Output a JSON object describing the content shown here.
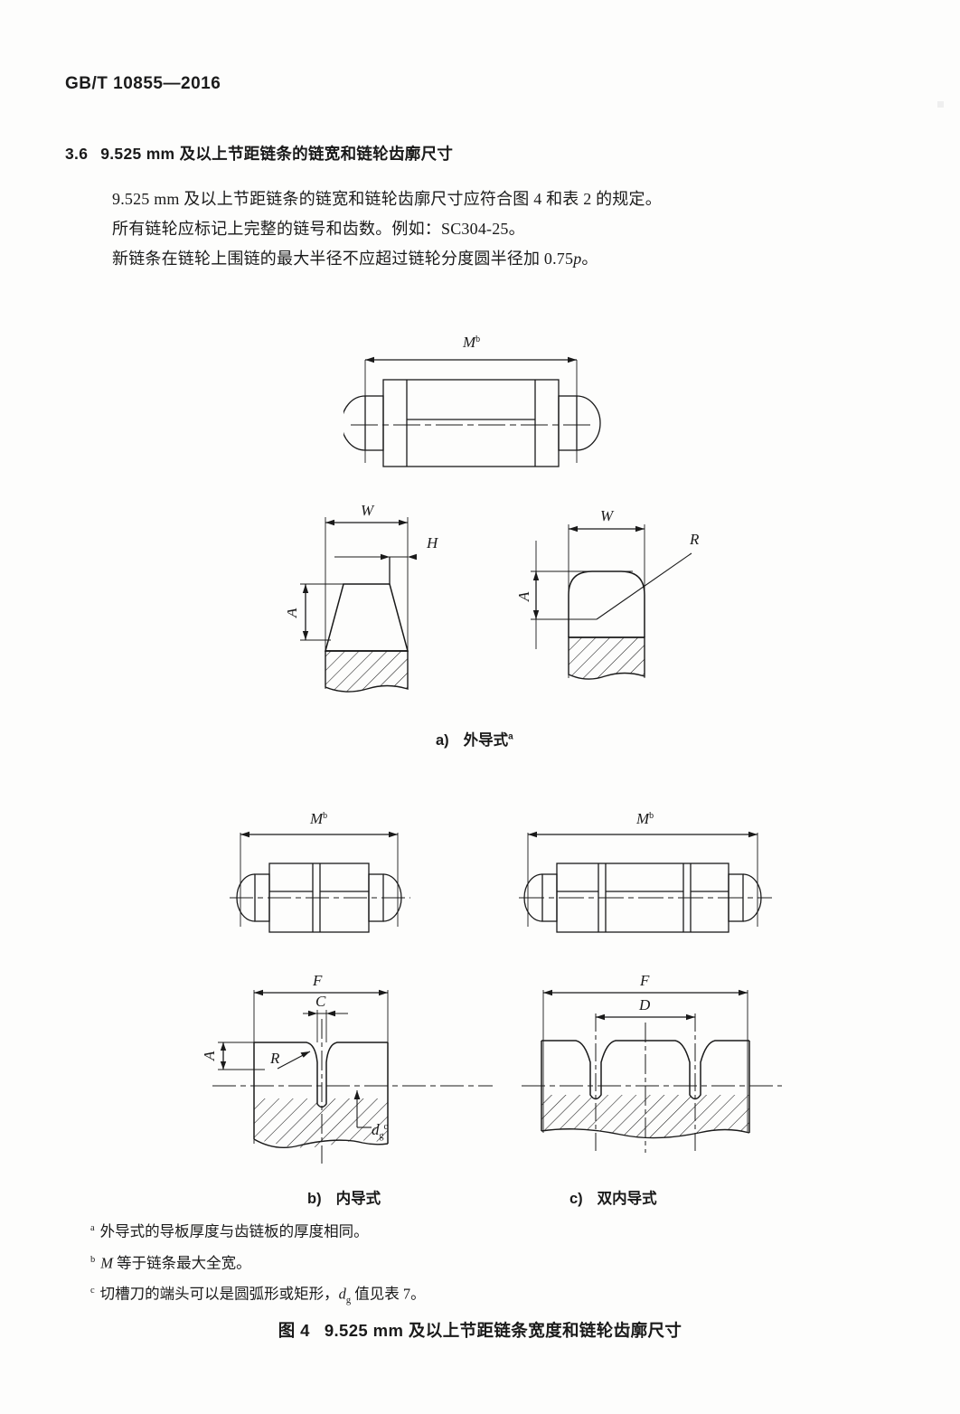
{
  "header": {
    "standard_no": "GB/T 10855—2016"
  },
  "section": {
    "number": "3.6",
    "title": "9.525 mm 及以上节距链条的链宽和链轮齿廓尺寸"
  },
  "body": {
    "lines": [
      "9.525 mm 及以上节距链条的链宽和链轮齿廓尺寸应符合图 4 和表 2 的规定。",
      "所有链轮应标记上完整的链号和齿数。例如：SC304-25。",
      "新链条在链轮上围链的最大半径不应超过链轮分度圆半径加 0.75p。"
    ]
  },
  "figure": {
    "subcaptions": [
      {
        "label": "a)",
        "text": "外导式",
        "note": "a"
      },
      {
        "label": "b)",
        "text": "内导式",
        "note": ""
      },
      {
        "label": "c)",
        "text": "双内导式",
        "note": ""
      }
    ],
    "dimension_labels": {
      "m": "M",
      "m_note": "b",
      "w": "W",
      "h": "H",
      "a": "A",
      "r": "R",
      "f": "F",
      "c": "C",
      "d": "D",
      "dg": "d",
      "dg_sub": "g",
      "dg_sup": "c"
    }
  },
  "footnotes": [
    {
      "mark": "a",
      "text": "外导式的导板厚度与齿链板的厚度相同。"
    },
    {
      "mark": "b",
      "pre": "M",
      "text": " 等于链条最大全宽。"
    },
    {
      "mark": "c",
      "pre": "切槽刀的端头可以是圆弧形或矩形，",
      "var": "d",
      "sub": "g",
      "post": " 值见表 7。"
    }
  ],
  "figure_title": {
    "lead": "图 4",
    "text": "9.525 mm 及以上节距链条宽度和链轮齿廓尺寸"
  }
}
